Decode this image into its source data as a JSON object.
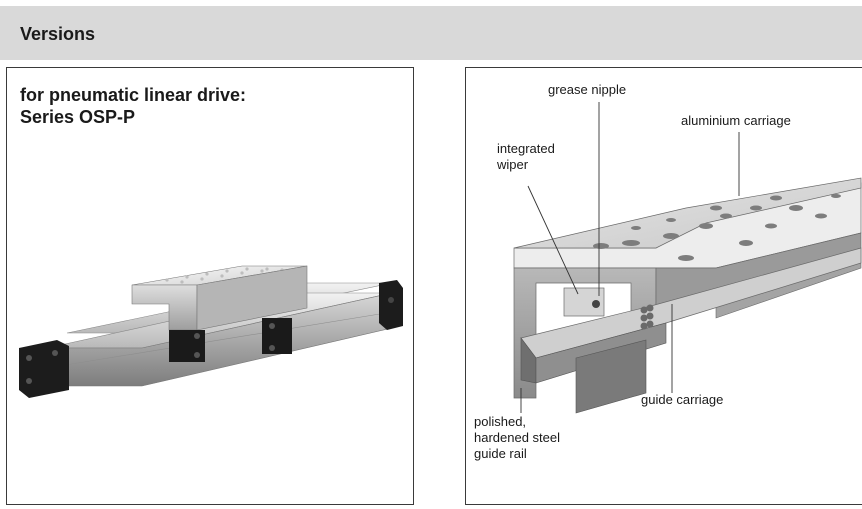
{
  "header": {
    "title": "Versions"
  },
  "left_panel": {
    "heading_line1": "for pneumatic linear drive:",
    "heading_line2": "Series OSP-P"
  },
  "right_panel": {
    "callouts": {
      "grease_nipple": "grease nipple",
      "aluminium_carriage": "aluminium carriage",
      "integrated_wiper_line1": "integrated",
      "integrated_wiper_line2": "wiper",
      "guide_carriage": "guide carriage",
      "guide_rail_line1": "polished,",
      "guide_rail_line2": "hardened steel",
      "guide_rail_line3": "guide rail"
    }
  }
}
